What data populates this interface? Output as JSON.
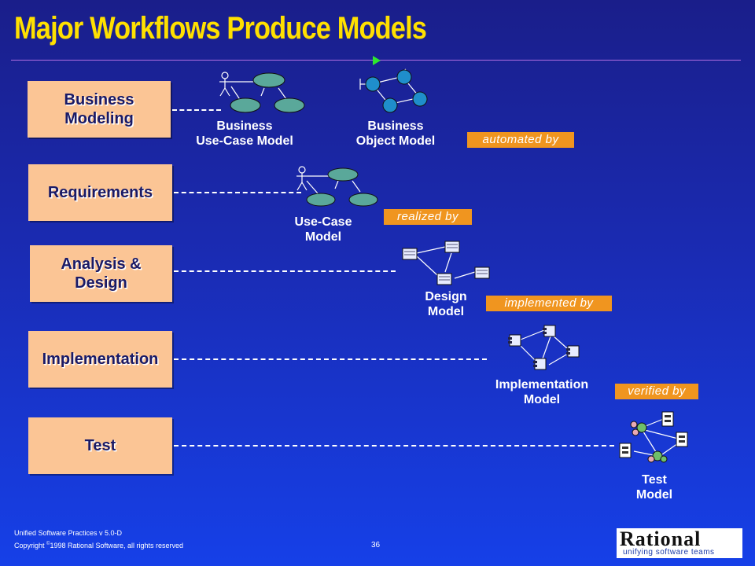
{
  "title": "Major Workflows Produce Models",
  "workflows": [
    {
      "label": "Business\nModeling"
    },
    {
      "label": "Requirements"
    },
    {
      "label": "Analysis &\nDesign"
    },
    {
      "label": "Implementation"
    },
    {
      "label": "Test"
    }
  ],
  "models": [
    {
      "label": "Business\nUse-Case Model"
    },
    {
      "label": "Business\nObject Model"
    },
    {
      "label": "Use-Case\nModel"
    },
    {
      "label": "Design\nModel"
    },
    {
      "label": "Implementation\nModel"
    },
    {
      "label": "Test\nModel"
    }
  ],
  "relations": [
    "automated by",
    "realized by",
    "implemented by",
    "verified by"
  ],
  "footer": {
    "line1": "Unified Software Practices v 5.0-D",
    "copyright_prefix": "Copyright ",
    "copyright_symbol": "©",
    "copyright_rest": "1998 Rational Software, all rights reserved",
    "page": "36"
  },
  "logo": {
    "word": "Rational",
    "tagline": "unifying software teams"
  },
  "colors": {
    "title": "#ffe000",
    "box_fill": "#fbc595",
    "box_text": "#1a1a66",
    "tag_fill": "#f0951f",
    "marker": "#2ee82e"
  },
  "icons": [
    "use-case-diagram-icon",
    "object-model-icon",
    "class-diagram-icon",
    "component-diagram-icon",
    "test-model-icon"
  ]
}
